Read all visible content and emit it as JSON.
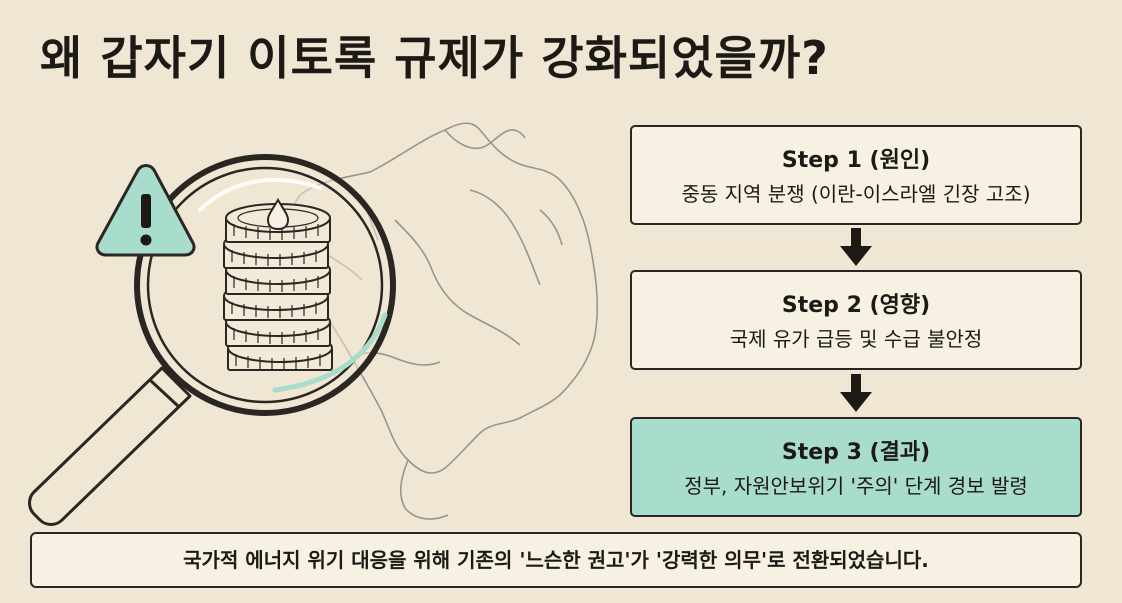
{
  "title": "왜 갑자기 이토록 규제가 강화되었을까?",
  "illustration": {
    "icons": [
      "warning-triangle-icon",
      "magnifying-glass-icon",
      "oil-drop-icon",
      "coin-stack-icon",
      "middle-east-map"
    ],
    "accent_color": "#a8dccd"
  },
  "steps": [
    {
      "title": "Step 1 (원인)",
      "description": "중동 지역 분쟁 (이란-이스라엘 긴장 고조)"
    },
    {
      "title": "Step 2 (영향)",
      "description": "국제 유가 급등 및 수급 불안정"
    },
    {
      "title": "Step 3 (결과)",
      "description": "정부, 자원안보위기 '주의' 단계 경보 발령"
    }
  ],
  "conclusion": "국가적 에너지 위기 대응을 위해 기존의 '느슨한 권고'가 '강력한 의무'로 전환되었습니다.",
  "colors": {
    "background": "#efe6d4",
    "box": "#f7f1e4",
    "highlight": "#a8dccd",
    "ink": "#1d1a16"
  }
}
